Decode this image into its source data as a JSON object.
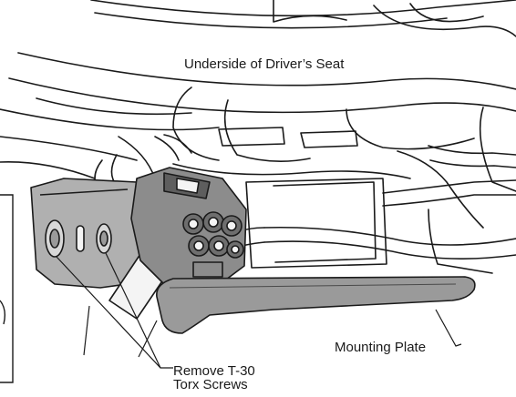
{
  "labels": {
    "seat_underside": "Underside of Driver’s Seat",
    "mounting_plate": "Mounting Plate",
    "screws_line1": "Remove T-30",
    "screws_line2": "Torx Screws"
  },
  "colors": {
    "line": "#1a1a1a",
    "plate_fill": "#9a9a9a",
    "connector_fill": "#8c8c8c",
    "pin_fill": "#6e6e6e",
    "bracket_fill": "#b0b0b0",
    "frame_fill": "#f4f4f4",
    "background": "#ffffff"
  }
}
